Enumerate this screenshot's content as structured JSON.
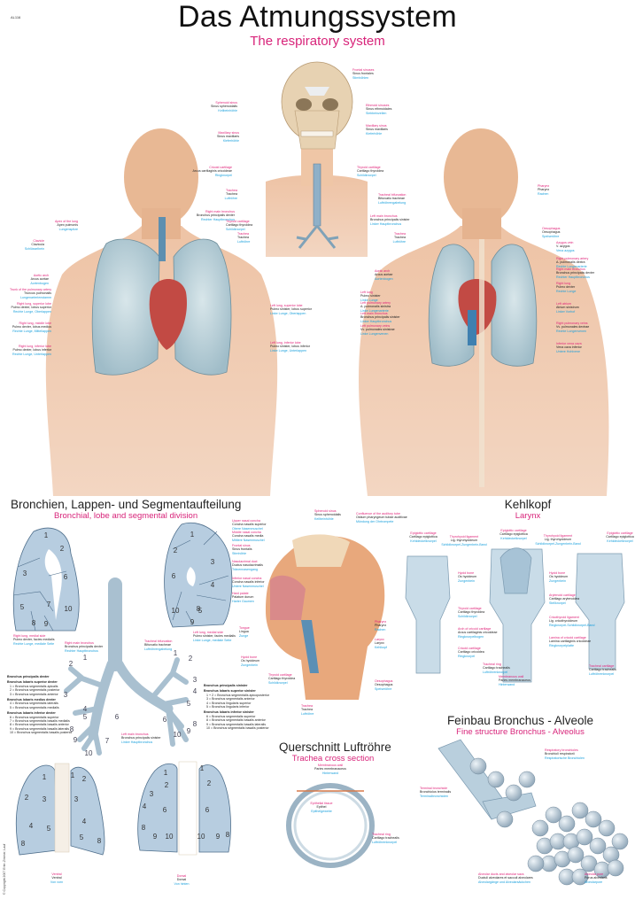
{
  "poster": {
    "code": "AL116",
    "title": "Das Atmungssystem",
    "subtitle": "The respiratory system",
    "copyright": "© Copyright 2007 Erler-Zimmer, Lauf"
  },
  "sections": {
    "bronchi": {
      "title": "Bronchien, Lappen- und Segmentaufteilung",
      "subtitle": "Bronchial, lobe and segmental division"
    },
    "larynx": {
      "title": "Kehlkopf",
      "subtitle": "Larynx"
    },
    "trachea": {
      "title": "Querschnitt Luftröhre",
      "subtitle": "Trachea cross section"
    },
    "alveole": {
      "title": "Feinbau Bronchus - Alveole",
      "subtitle": "Fine structure Bronchus - Alveolus"
    }
  },
  "colors": {
    "accent_pink": "#d8247a",
    "latin_black": "#222222",
    "german_blue": "#1aa0dc",
    "lung_segment": "#b7cde0",
    "skin": "#e9b99b",
    "heart": "#c24a44"
  },
  "labels": {
    "frontal_sinus": {
      "en": "Frontal sinuses",
      "la": "Sinus frontales",
      "de": "Stirnhöhlen"
    },
    "sphenoid_sinus": {
      "en": "Sphenoid sinus",
      "la": "Sinus sphenoidalis",
      "de": "Keilbeinhöhle"
    },
    "ethmoid": {
      "en": "Ethmoid sinuses",
      "la": "Sinus ethmoidales",
      "de": "Siebbeinzellen"
    },
    "maxillary_l": {
      "en": "Maxillary sinus",
      "la": "Sinus maxillaris",
      "de": "Kieferhöhle"
    },
    "maxillary_r": {
      "en": "Maxillary sinus",
      "la": "Sinus maxillaris",
      "de": "Kieferhöhle"
    },
    "cricoid": {
      "en": "Cricoid cartilage",
      "la": "Arcus cartilaginis cricoideae",
      "de": "Ringknorpel"
    },
    "thyroid_top": {
      "en": "Thyroid cartilage",
      "la": "Cartilago thyroidea",
      "de": "Schildknorpel"
    },
    "trachea_top": {
      "en": "Trachea",
      "la": "Trachea",
      "de": "Luftröhre"
    },
    "bifurcation_top": {
      "en": "Tracheal bifurcation",
      "la": "Bifurcatio tracheae",
      "de": "Luftröhrengabelung"
    },
    "right_main_top": {
      "en": "Right main bronchus",
      "la": "Bronchus principalis dexter",
      "de": "Rechter Hauptbronchus"
    },
    "left_main_top": {
      "en": "Left main bronchus",
      "la": "Bronchus principalis sinister",
      "de": "Linker Hauptbronchus"
    },
    "apex": {
      "en": "Apex of the lung",
      "la": "Apex pulmonis",
      "de": "Lungenspitze"
    },
    "clavicle": {
      "en": "Clavicle",
      "la": "Clavicula",
      "de": "Schlüsselbein"
    },
    "aortic_arch_l": {
      "en": "Aortic arch",
      "la": "Arcus aortae",
      "de": "Aortenbogen"
    },
    "pulm_trunk": {
      "en": "Trunk of the pulmonary artery",
      "la": "Truncus pulmonalis",
      "de": "Lungenarterienstamm"
    },
    "r_sup_lobe": {
      "en": "Right lung, superior lobe",
      "la": "Pulmo dexter, lobus superior",
      "de": "Rechte Lunge, Oberlappen"
    },
    "r_mid_lobe": {
      "en": "Right lung, middle lobe",
      "la": "Pulmo dexter, lobus medius",
      "de": "Rechte Lunge, Mittellappen"
    },
    "r_inf_lobe": {
      "en": "Right lung, inferior lobe",
      "la": "Pulmo dexter, lobus inferior",
      "de": "Rechte Lunge, Unterlappen"
    },
    "thyroid_front": {
      "en": "Thyroid cartilage",
      "la": "Cartilago thyroidea",
      "de": "Schildknorpel"
    },
    "trachea_front": {
      "en": "Trachea",
      "la": "Trachea",
      "de": "Luftröhre"
    },
    "l_sup_lobe": {
      "en": "Left lung, superior lobe",
      "la": "Pulmo sinister, lobus superior",
      "de": "Linke Lunge, Oberlappen"
    },
    "l_inf_lobe": {
      "en": "Left lung, inferior lobe",
      "la": "Pulmo sinister, lobus inferior",
      "de": "Linke Lunge, Unterlappen"
    },
    "trachea_back": {
      "en": "Trachea",
      "la": "Trachea",
      "de": "Luftröhre"
    },
    "aortic_arch_b": {
      "en": "Aortic arch",
      "la": "Arcus aortae",
      "de": "Aortenbogen"
    },
    "left_lung_b": {
      "en": "Left lung",
      "la": "Pulmo sinister",
      "de": "Linke Lunge"
    },
    "left_pulm_art": {
      "en": "Left pulmonary artery",
      "la": "A. pulmonalis sinistra",
      "de": "Linke Lungenarterie"
    },
    "left_main_b": {
      "en": "Left main bronchus",
      "la": "Bronchus principalis sinister",
      "de": "Linker Hauptbronchus"
    },
    "left_pulm_veins": {
      "en": "Left pulmonary veins",
      "la": "Vv. pulmonales sinistrae",
      "de": "Linke Lungenvenen"
    },
    "pharynx_b": {
      "en": "Pharynx",
      "la": "Pharynx",
      "de": "Rachen"
    },
    "oesophagus_b": {
      "en": "Oesophagus",
      "la": "Oesophagus",
      "de": "Speiseröhre"
    },
    "azygos": {
      "en": "Azygos vein",
      "la": "V. azygos",
      "de": "Vena azygos"
    },
    "right_pulm_art": {
      "en": "Right pulmonary artery",
      "la": "A. pulmonalis dextra",
      "de": "Rechte Lungenarterie"
    },
    "right_main_b": {
      "en": "Right main bronchus",
      "la": "Bronchus principalis dexter",
      "de": "Rechter Hauptbronchus"
    },
    "right_lung_b": {
      "en": "Right lung",
      "la": "Pulmo dexter",
      "de": "Rechte Lunge"
    },
    "left_atrium": {
      "en": "Left atrium",
      "la": "Atrium sinistrum",
      "de": "Linker Vorhof"
    },
    "right_pulm_veins": {
      "en": "Right pulmonary veins",
      "la": "Vv. pulmonales dextrae",
      "de": "Rechte Lungenvenen"
    },
    "ivc": {
      "en": "Inferior vena cava",
      "la": "Vena cava inferior",
      "de": "Untere Hohlvene"
    },
    "r_medial": {
      "en": "Right lung, medial side",
      "la": "Pulmo dexter, facies medialis",
      "de": "Rechte Lunge, mediale Seite"
    },
    "l_medial": {
      "en": "Left lung, medial side",
      "la": "Pulmo sinister, facies medialis",
      "de": "Linke Lunge, mediale Seite"
    },
    "r_main_seg": {
      "en": "Right main bronchus",
      "la": "Bronchus principalis dexter",
      "de": "Rechter Hauptbronchus"
    },
    "bif_seg": {
      "en": "Tracheal bifurcation",
      "la": "Bifurcatio tracheae",
      "de": "Luftröhrengabelung"
    },
    "l_main_seg": {
      "en": "Left main bronchus",
      "la": "Bronchus principalis sinister",
      "de": "Linker Hauptbronchus"
    },
    "ventral": {
      "en": "Ventral",
      "la": "Ventral",
      "de": "Von vorn"
    },
    "dorsal": {
      "en": "Dorsal",
      "la": "Dorsal",
      "de": "Von hinten"
    },
    "h_sphenoid": {
      "en": "Sphenoid sinus",
      "la": "Sinus sphenoidalis",
      "de": "Keilbeinhöhle"
    },
    "h_upper_concha": {
      "en": "Upper nasal concha",
      "la": "Concha nasalis superior",
      "de": "Obere Nasenmuschel"
    },
    "h_auditory": {
      "en": "Confluence of the auditory tube",
      "la": "Ostium pharyngeum tubae auditivae",
      "de": "Mündung der Ohrtrompete"
    },
    "h_middle_concha": {
      "en": "Middle nasal concha",
      "la": "Concha nasalis media",
      "de": "Mittlere Nasenmuschel"
    },
    "h_frontal": {
      "en": "Frontal sinus",
      "la": "Sinus frontalis",
      "de": "Stirnhöhle"
    },
    "h_nasolacrimal": {
      "en": "Nasolacrimal duct",
      "la": "Ductus nasolacrimalis",
      "de": "Tränennasengang"
    },
    "h_inferior_concha": {
      "en": "Inferior nasal concha",
      "la": "Concha nasalis inferior",
      "de": "Untere Nasenmuschel"
    },
    "h_hard_palate": {
      "en": "Hard palate",
      "la": "Palatum durum",
      "de": "Harter Gaumen"
    },
    "h_pharynx": {
      "en": "Pharynx",
      "la": "Pharynx",
      "de": "Rachen"
    },
    "h_larynx": {
      "en": "Larynx",
      "la": "Larynx",
      "de": "Kehlkopf"
    },
    "h_tongue": {
      "en": "Tongue",
      "la": "Lingua",
      "de": "Zunge"
    },
    "h_hyoid": {
      "en": "Hyoid bone",
      "la": "Os hyoideum",
      "de": "Zungenbein"
    },
    "h_thyroid": {
      "en": "Thyroid cartilage",
      "la": "Cartilago thyroidea",
      "de": "Schildknorpel"
    },
    "h_oesophagus": {
      "en": "Oesophagus",
      "la": "Oesophagus",
      "de": "Speiseröhre"
    },
    "h_trachea": {
      "en": "Trachea",
      "la": "Trachea",
      "de": "Luftröhre"
    },
    "k_epiglottic1": {
      "en": "Epiglottic cartilage",
      "la": "Cartilago epiglottica",
      "de": "Kehldeckelknorpel"
    },
    "k_thyrohyoid1": {
      "en": "Thyrohyoid ligament",
      "la": "Lig. thyrohyoideum",
      "de": "Schildknorpel-Zungenbein-Band"
    },
    "k_epiglottic2": {
      "en": "Epiglottic cartilage",
      "la": "Cartilago epiglottica",
      "de": "Kehldeckelknorpel"
    },
    "k_thyrohyoid2": {
      "en": "Thyrohyoid ligament",
      "la": "Lig. thyrohyoideum",
      "de": "Schildknorpel-Zungenbein-Band"
    },
    "k_epiglottic3": {
      "en": "Epiglottic cartilage",
      "la": "Cartilago epiglottica",
      "de": "Kehldeckelknorpel"
    },
    "k_hyoid1": {
      "en": "Hyoid bone",
      "la": "Os hyoideum",
      "de": "Zungenbein"
    },
    "k_hyoid2": {
      "en": "Hyoid bone",
      "la": "Os hyoideum",
      "de": "Zungenbein"
    },
    "k_thyroid1": {
      "en": "Thyroid cartilage",
      "la": "Cartilago thyroidea",
      "de": "Schildknorpel"
    },
    "k_arytenoid": {
      "en": "Arytenoid cartilage",
      "la": "Cartilago arytenoidea",
      "de": "Stellknorpel"
    },
    "k_cricothyroid": {
      "en": "Cricothyroid ligament",
      "la": "Lig. cricothyroideum",
      "de": "Ringknorpel-Schildknorpel-Band"
    },
    "k_arch_cricoid": {
      "en": "Arch of cricoid cartilage",
      "la": "Arcus cartilaginis cricoideae",
      "de": "Ringknorpelbogen"
    },
    "k_lamina_cricoid": {
      "en": "Lamina of cricoid cartilage",
      "la": "Lamina cartilaginis cricoideae",
      "de": "Ringknorpelplatte"
    },
    "k_cricoid": {
      "en": "Cricoid cartilage",
      "la": "Cartilago cricoidea",
      "de": "Ringknorpel"
    },
    "k_tracheal_ring": {
      "en": "Tracheal ring",
      "la": "Cartilago trachealis",
      "de": "Luftröhrenknorpel"
    },
    "k_membranous": {
      "en": "Membranous wall",
      "la": "Paries membranaceus",
      "de": "Hinterwand"
    },
    "k_tracheal_cart": {
      "en": "Tracheal cartilage",
      "la": "Cartilago trachealis",
      "de": "Luftröhrenknorpel"
    },
    "t_membranous": {
      "en": "Membranous wall",
      "la": "Paries membranaceus",
      "de": "Hinterwand"
    },
    "t_epithel": {
      "en": "Epithelial tissue",
      "la": "Epithel",
      "de": "Epithelgewebe"
    },
    "t_ring": {
      "en": "Tracheal ring",
      "la": "Cartilago trachealis",
      "de": "Luftröhrenknorpel"
    },
    "a_resp_bronchioles": {
      "en": "Respiratory bronchioles",
      "la": "Bronchioli respiratorii",
      "de": "Respiratorische Bronchiolen"
    },
    "a_terminal": {
      "en": "Terminal bronchiole",
      "la": "Bronchiolus terminalis",
      "de": "Terminalbronchiolen"
    },
    "a_ducts": {
      "en": "Alveolar ducts and alveolar sacs",
      "la": "Ductuli alveolares et sacculi alveolares",
      "de": "Alveolargänge und Alveolarsäckchen"
    },
    "a_pore": {
      "en": "Alveolar pore",
      "la": "Porus alveolaris",
      "de": "Alveolarpore"
    }
  },
  "bronchus_lists": {
    "right": {
      "main": "Bronchus principalis dexter",
      "groups": [
        {
          "title": "Bronchus lobaris superior dexter",
          "items": [
            "1 = Bronchus segmentalis apicalis",
            "2 = Bronchus segmentalis posterior",
            "3 = Bronchus segmentalis anterior"
          ]
        },
        {
          "title": "Bronchus lobaris medius dexter",
          "items": [
            "4 = Bronchus segmentalis lateralis",
            "5 = Bronchus segmentalis medialis"
          ]
        },
        {
          "title": "Bronchus lobaris inferior dexter",
          "items": [
            "6 = Bronchus segmentalis superior",
            "7 = Bronchus segmentalis basalis medialis",
            "8 = Bronchus segmentalis basalis anterior",
            "9 = Bronchus segmentalis basalis lateralis",
            "10 = Bronchus segmentalis basalis posterior"
          ]
        }
      ]
    },
    "left": {
      "main": "Bronchus principalis sinister",
      "groups": [
        {
          "title": "Bronchus lobaris superior sinister",
          "items": [
            "1 + 2 = Bronchus segmentalis apicoposterior",
            "3 = Bronchus segmentalis anterior",
            "4 = Bronchus lingularis superior",
            "5 = Bronchus lingularis inferior"
          ]
        },
        {
          "title": "Bronchus lobaris inferior sinister",
          "items": [
            "6 = Bronchus segmentalis superior",
            "8 = Bronchus segmentalis basalis anterior",
            "9 = Bronchus segmentalis basalis lateralis",
            "10 = Bronchus segmentalis basalis posterior"
          ]
        }
      ]
    }
  },
  "segment_numbers": {
    "right_medial": [
      "1",
      "2",
      "3",
      "6",
      "5",
      "7",
      "10",
      "8",
      "9"
    ],
    "left_medial": [
      "1",
      "2",
      "3",
      "6",
      "4",
      "5",
      "10",
      "8",
      "9"
    ],
    "bronchial_tree_right": [
      "1",
      "2",
      "3",
      "4",
      "5",
      "6",
      "8",
      "9",
      "7",
      "10"
    ],
    "bronchial_tree_left": [
      "1",
      "2",
      "3",
      "4",
      "5",
      "6",
      "8",
      "9",
      "10"
    ],
    "ventral": [
      "1",
      "2",
      "3",
      "4",
      "5",
      "8",
      "1",
      "2",
      "3",
      "4",
      "5",
      "8"
    ],
    "dorsal": [
      "1",
      "2",
      "3",
      "4",
      "6",
      "8",
      "9",
      "10",
      "1",
      "2",
      "6",
      "10",
      "9",
      "8"
    ]
  }
}
